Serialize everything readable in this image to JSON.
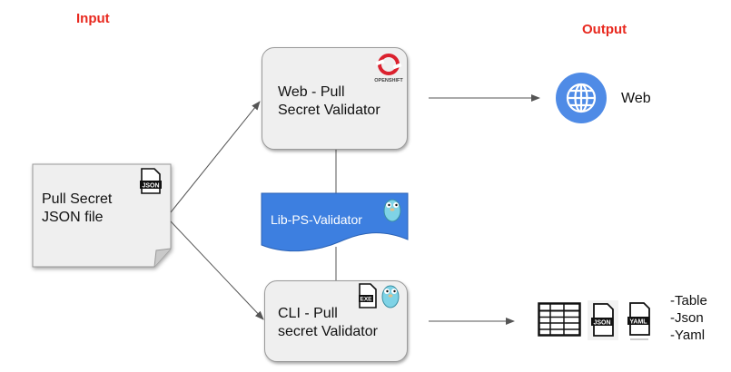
{
  "headings": {
    "input": "Input",
    "output": "Output"
  },
  "input_node": {
    "label": "Pull Secret\nJSON file",
    "icon_text": "JSON"
  },
  "web_validator": {
    "label": "Web -  Pull\nSecret Validator",
    "logo_text": "OPENSHIFT"
  },
  "lib_validator": {
    "label": "Lib-PS-Validator"
  },
  "cli_validator": {
    "label": "CLI - Pull\nsecret Validator",
    "icon_text": "EXE"
  },
  "web_output": {
    "label": "Web"
  },
  "cli_output": {
    "formats": [
      "-Table",
      "-Json",
      "-Yaml"
    ],
    "icons": [
      "table-icon",
      "json-icon",
      "yaml-icon"
    ],
    "json_icon_text": "JSON",
    "yaml_icon_text": "YAML"
  },
  "colors": {
    "heading": "#e8281e",
    "lib_fill": "#3d7fe0",
    "globe": "#4f8be6",
    "openshift": "#db212e"
  }
}
